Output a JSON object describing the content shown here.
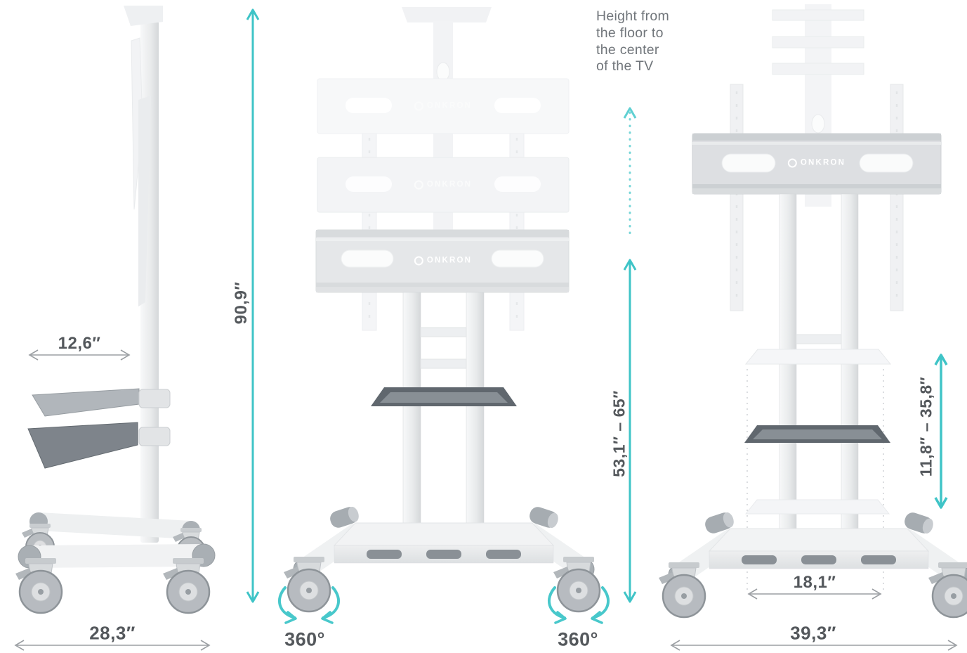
{
  "note": {
    "text": "Height from\nthe floor to\nthe center\nof the TV"
  },
  "brand": {
    "logo_text": "ONKRON"
  },
  "colors": {
    "accent_teal": "#3fc4c7",
    "accent_teal_dotted": "#76d6d8",
    "dimension_text": "#54585c",
    "note_text": "#70757a",
    "arrow_gray": "#9b9fa3",
    "shelf_dark": "#60676e",
    "product_light_gray": "#eceef0"
  },
  "dimensions": {
    "side_view": {
      "shelf_depth": "12,6″",
      "base_depth": "28,3″"
    },
    "front_view": {
      "total_height": "90,9″",
      "tv_center_height_range": "53,1″ – 65″",
      "left_caster_swivel": "360°",
      "right_caster_swivel": "360°"
    },
    "shelf_view": {
      "shelf_height_range": "11,8″ – 35,8″",
      "column_inner_width": "18,1″",
      "base_width": "39,3″"
    }
  }
}
